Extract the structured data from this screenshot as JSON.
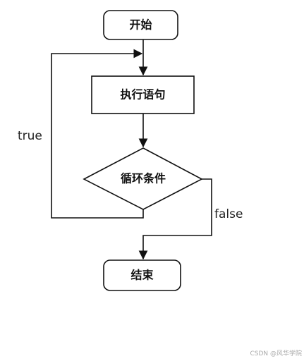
{
  "diagram": {
    "nodes": {
      "start": {
        "label": "开始",
        "shape": "rounded-rect"
      },
      "statement": {
        "label": "执行语句",
        "shape": "rect"
      },
      "condition": {
        "label": "循环条件",
        "shape": "diamond"
      },
      "end": {
        "label": "结束",
        "shape": "rounded-rect"
      }
    },
    "edges": {
      "start_to_statement": {
        "from": "start",
        "to": "statement",
        "label": ""
      },
      "statement_to_condition": {
        "from": "statement",
        "to": "condition",
        "label": ""
      },
      "condition_true_loop": {
        "from": "condition",
        "to": "statement",
        "label": "true"
      },
      "condition_false_exit": {
        "from": "condition",
        "to": "end",
        "label": "false"
      }
    },
    "colors": {
      "stroke": "#111111",
      "fill": "#ffffff",
      "text": "#111111",
      "watermark": "#aaaaaa"
    }
  },
  "watermark": {
    "text": "CSDN @风华学院"
  }
}
